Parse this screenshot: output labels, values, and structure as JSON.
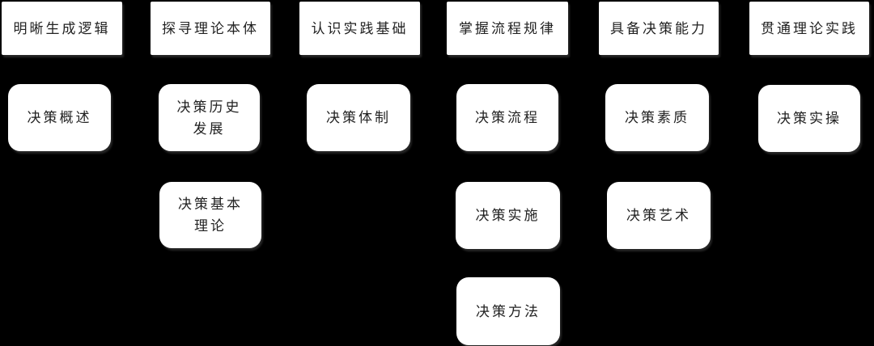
{
  "diagram": {
    "title": "decision-course-structure-diagram",
    "background_color": "#000000",
    "box_fill_color": "#ffffff",
    "text_color": "#222222",
    "columns": [
      {
        "header": "明晰生成逻辑",
        "children": [
          "决策概述"
        ]
      },
      {
        "header": "探寻理论本体",
        "children": [
          "决策历史\n发展",
          "决策基本\n理论"
        ]
      },
      {
        "header": "认识实践基础",
        "children": [
          "决策体制"
        ]
      },
      {
        "header": "掌握流程规律",
        "children": [
          "决策流程",
          "决策实施",
          "决策方法"
        ]
      },
      {
        "header": "具备决策能力",
        "children": [
          "决策素质",
          "决策艺术"
        ]
      },
      {
        "header": "贯通理论实践",
        "children": [
          "决策实操"
        ]
      }
    ]
  }
}
